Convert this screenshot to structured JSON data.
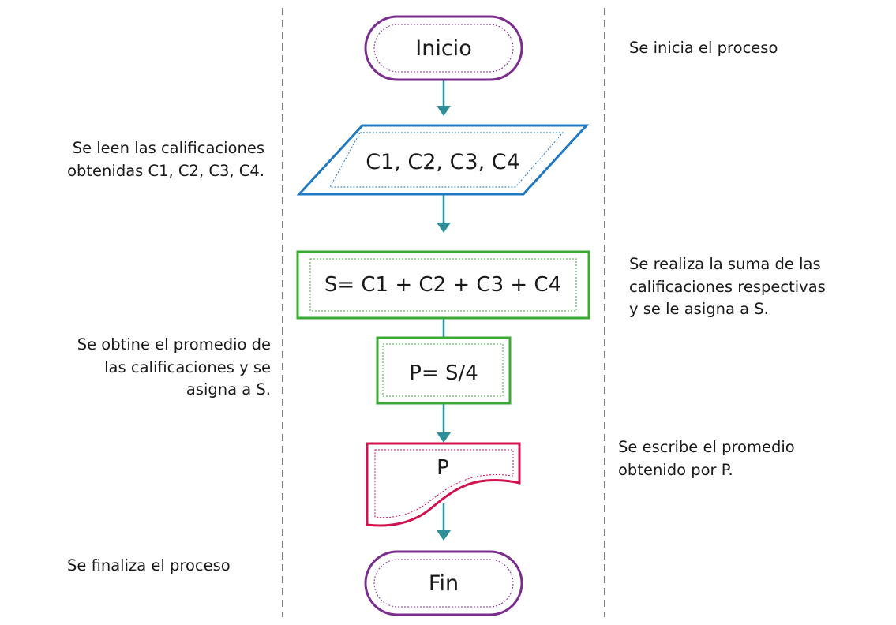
{
  "flowchart": {
    "steps": [
      {
        "id": "inicio",
        "shape": "terminal",
        "label": "Inicio",
        "color": "#7b2d8e"
      },
      {
        "id": "leer",
        "shape": "input-parallelogram",
        "label": "C1, C2, C3, C4",
        "color": "#1f78c1"
      },
      {
        "id": "suma",
        "shape": "process",
        "label": "S= C1 + C2 + C3 + C4",
        "color": "#3aaa35"
      },
      {
        "id": "promedio",
        "shape": "process",
        "label": "P= S/4",
        "color": "#3aaa35"
      },
      {
        "id": "escribir",
        "shape": "document",
        "label": "P",
        "color": "#d0134f"
      },
      {
        "id": "fin",
        "shape": "terminal",
        "label": "Fin",
        "color": "#7b2d8e"
      }
    ],
    "connector_color": "#2e8f98",
    "divider_color": "#555555"
  },
  "notes": {
    "inicio": [
      "Se inicia el proceso"
    ],
    "leer": [
      "Se leen las calificaciones",
      "obtenidas C1, C2, C3, C4."
    ],
    "suma": [
      "Se realiza la suma de las",
      "calificaciones respectivas",
      "y se le asigna a S."
    ],
    "promedio": [
      "Se obtine el promedio de",
      "las calificaciones y se",
      "asigna a S."
    ],
    "escribir": [
      "Se escribe  el promedio",
      "obtenido por P."
    ],
    "fin": [
      "Se finaliza el proceso"
    ]
  }
}
